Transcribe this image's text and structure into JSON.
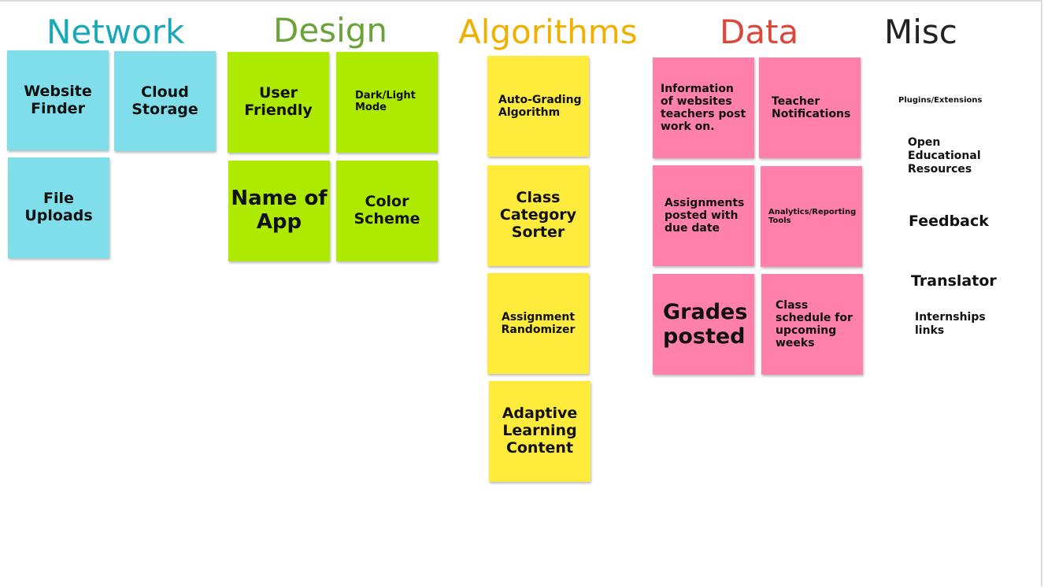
{
  "colors": {
    "network": "#17a9b6",
    "design": "#6aa339",
    "algorithms": "#f0b000",
    "data": "#d9483b",
    "misc": "#222222",
    "note_cyan": "#80deea",
    "note_green": "#aeea00",
    "note_yellow": "#ffeb3b",
    "note_pink": "#ff80ab"
  },
  "headings": {
    "network": "Network",
    "design": "Design",
    "algorithms": "Algorithms",
    "data": "Data",
    "misc": "Misc"
  },
  "notes": {
    "network": {
      "website_finder": "Website Finder",
      "cloud_storage": "Cloud Storage",
      "file_uploads": "File Uploads"
    },
    "design": {
      "user_friendly": "User Friendly",
      "dark_light_mode": "Dark/Light Mode",
      "name_of_app": "Name of App",
      "color_scheme": "Color Scheme"
    },
    "algorithms": {
      "auto_grading": "Auto-Grading Algorithm",
      "class_category_sorter": "Class Category Sorter",
      "assignment_randomizer": "Assignment Randomizer",
      "adaptive_learning": "Adaptive Learning Content"
    },
    "data": {
      "info_websites": "Information of websites teachers post work on.",
      "teacher_notifications": "Teacher Notifications",
      "assignments_due": "Assignments posted with due date",
      "analytics_tools": "Analytics/Reporting Tools",
      "grades_posted": "Grades posted",
      "class_schedule": "Class schedule for upcoming weeks"
    }
  },
  "misc_items": {
    "plugins": "Plugins/Extensions",
    "oer": "Open Educational Resources",
    "feedback": "Feedback",
    "translator": "Translator",
    "internships": "Internships links"
  }
}
